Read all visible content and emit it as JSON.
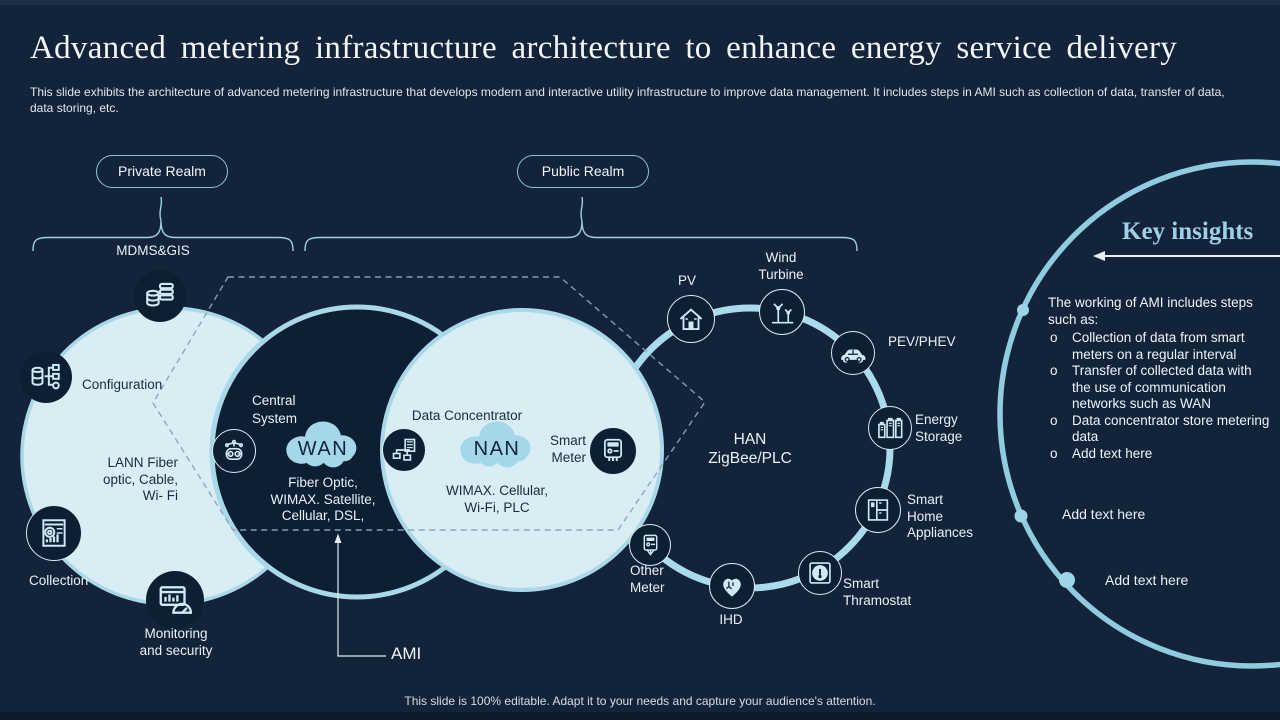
{
  "slide": {
    "title": "Advanced metering infrastructure architecture to enhance energy service delivery",
    "subtitle": "This slide exhibits the architecture of advanced metering infrastructure that develops modern and interactive utility infrastructure to improve data management. It includes steps in AMI such as collection of data, transfer of data, data storing, etc.",
    "footer": "This slide is 100% editable. Adapt it to your needs and capture your audience's attention."
  },
  "realms": {
    "private": "Private Realm",
    "public": "Public Realm"
  },
  "diagram": {
    "mdms_gis": "MDMS&GIS",
    "configuration": "Configuration",
    "lan": "LANN Fiber\noptic, Cable,\nWi- Fi",
    "collection": "Collection",
    "monitoring": "Monitoring\nand security",
    "central_system": "Central\nSystem",
    "wan": "WAN",
    "wan_tech": "Fiber Optic,\nWIMAX. Satellite,\nCellular, DSL,",
    "data_concentrator": "Data Concentrator",
    "nan": "NAN",
    "nan_tech": "WIMAX. Cellular,\nWi-Fi, PLC",
    "smart_meter": "Smart\nMeter",
    "han": "HAN\nZigBee/PLC",
    "ami": "AMI",
    "pv": "PV",
    "wind_turbine": "Wind\nTurbine",
    "pev": "PEV/PHEV",
    "energy_storage": "Energy\nStorage",
    "smart_home": "Smart\nHome\nAppliances",
    "thermostat": "Smart\nThramostat",
    "ihd": "IHD",
    "other_meter": "Other\nMeter"
  },
  "key_insights": {
    "title": "Key insights",
    "intro": "The working of AMI includes steps such as:",
    "bullets": [
      "Collection of data from smart meters on a regular interval",
      "Transfer of collected data with the use of communication networks such as WAN",
      "Data concentrator store metering data",
      "Add text here"
    ],
    "extra": [
      "Add text here",
      "Add text here"
    ]
  },
  "icons": {
    "mdms_gis": "database-stack",
    "configuration": "database-tree",
    "collection": "report-document",
    "monitoring": "dashboard-gauge",
    "central_system": "robot-head",
    "data_concentrator": "server-network",
    "smart_meter": "smart-meter",
    "pv": "house",
    "wind_turbine": "wind-turbine",
    "pev": "electric-car",
    "energy_storage": "battery-bank",
    "smart_home": "refrigerator",
    "thermostat": "thermostat-dial",
    "ihd": "heart",
    "other_meter": "handheld-meter"
  },
  "colors": {
    "background": "#13243a",
    "accent_light": "#a9dbec",
    "circle_fill": "#d9edf5",
    "dark_circle_fill": "#0d1f33",
    "text_dark": "#1b2b3d",
    "text_light": "#eaf2f7",
    "insight_title": "#9fd0e6"
  }
}
